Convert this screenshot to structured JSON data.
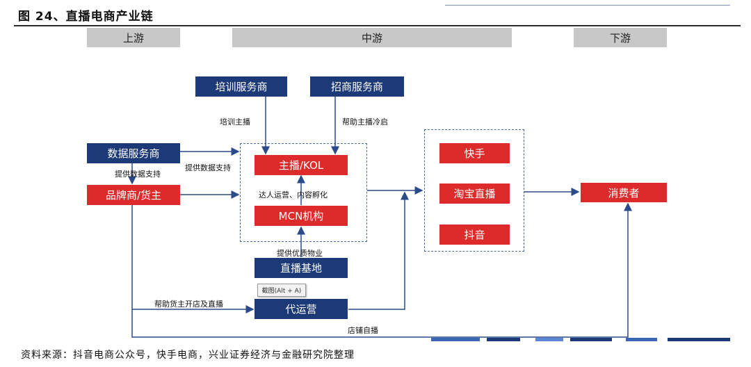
{
  "title": "图 24、直播电商产业链",
  "stages": {
    "upstream": "上游",
    "midstream": "中游",
    "downstream": "下游"
  },
  "nodes": {
    "training_provider": "培训服务商",
    "merchant_provider": "招商服务商",
    "data_provider": "数据服务商",
    "brand_owner": "品牌商/货主",
    "anchor_kol": "主播/KOL",
    "mcn": "MCN机构",
    "live_base": "直播基地",
    "operator": "代运营",
    "kuaishou": "快手",
    "taobao_live": "淘宝直播",
    "douyin": "抖音",
    "consumer": "消费者"
  },
  "edge_labels": {
    "training": "培训主播",
    "cold_start": "帮助主播冷启",
    "data_support_left": "提供数据支持",
    "data_support_right": "提供数据支持",
    "operations": "达人运营、内容孵化",
    "materials": "提供优质物业",
    "store_live": "帮助货主开店及直播",
    "self_broadcast": "店铺自播"
  },
  "tooltip": "截图(Alt + A)",
  "source": "资料来源：抖音电商公众号，快手电商，兴业证券经济与金融研究院整理",
  "colors": {
    "navy": "#1c3a78",
    "red": "#dd2b2b",
    "stage": "#c8c8c8",
    "arrow": "#2a4a8a"
  }
}
